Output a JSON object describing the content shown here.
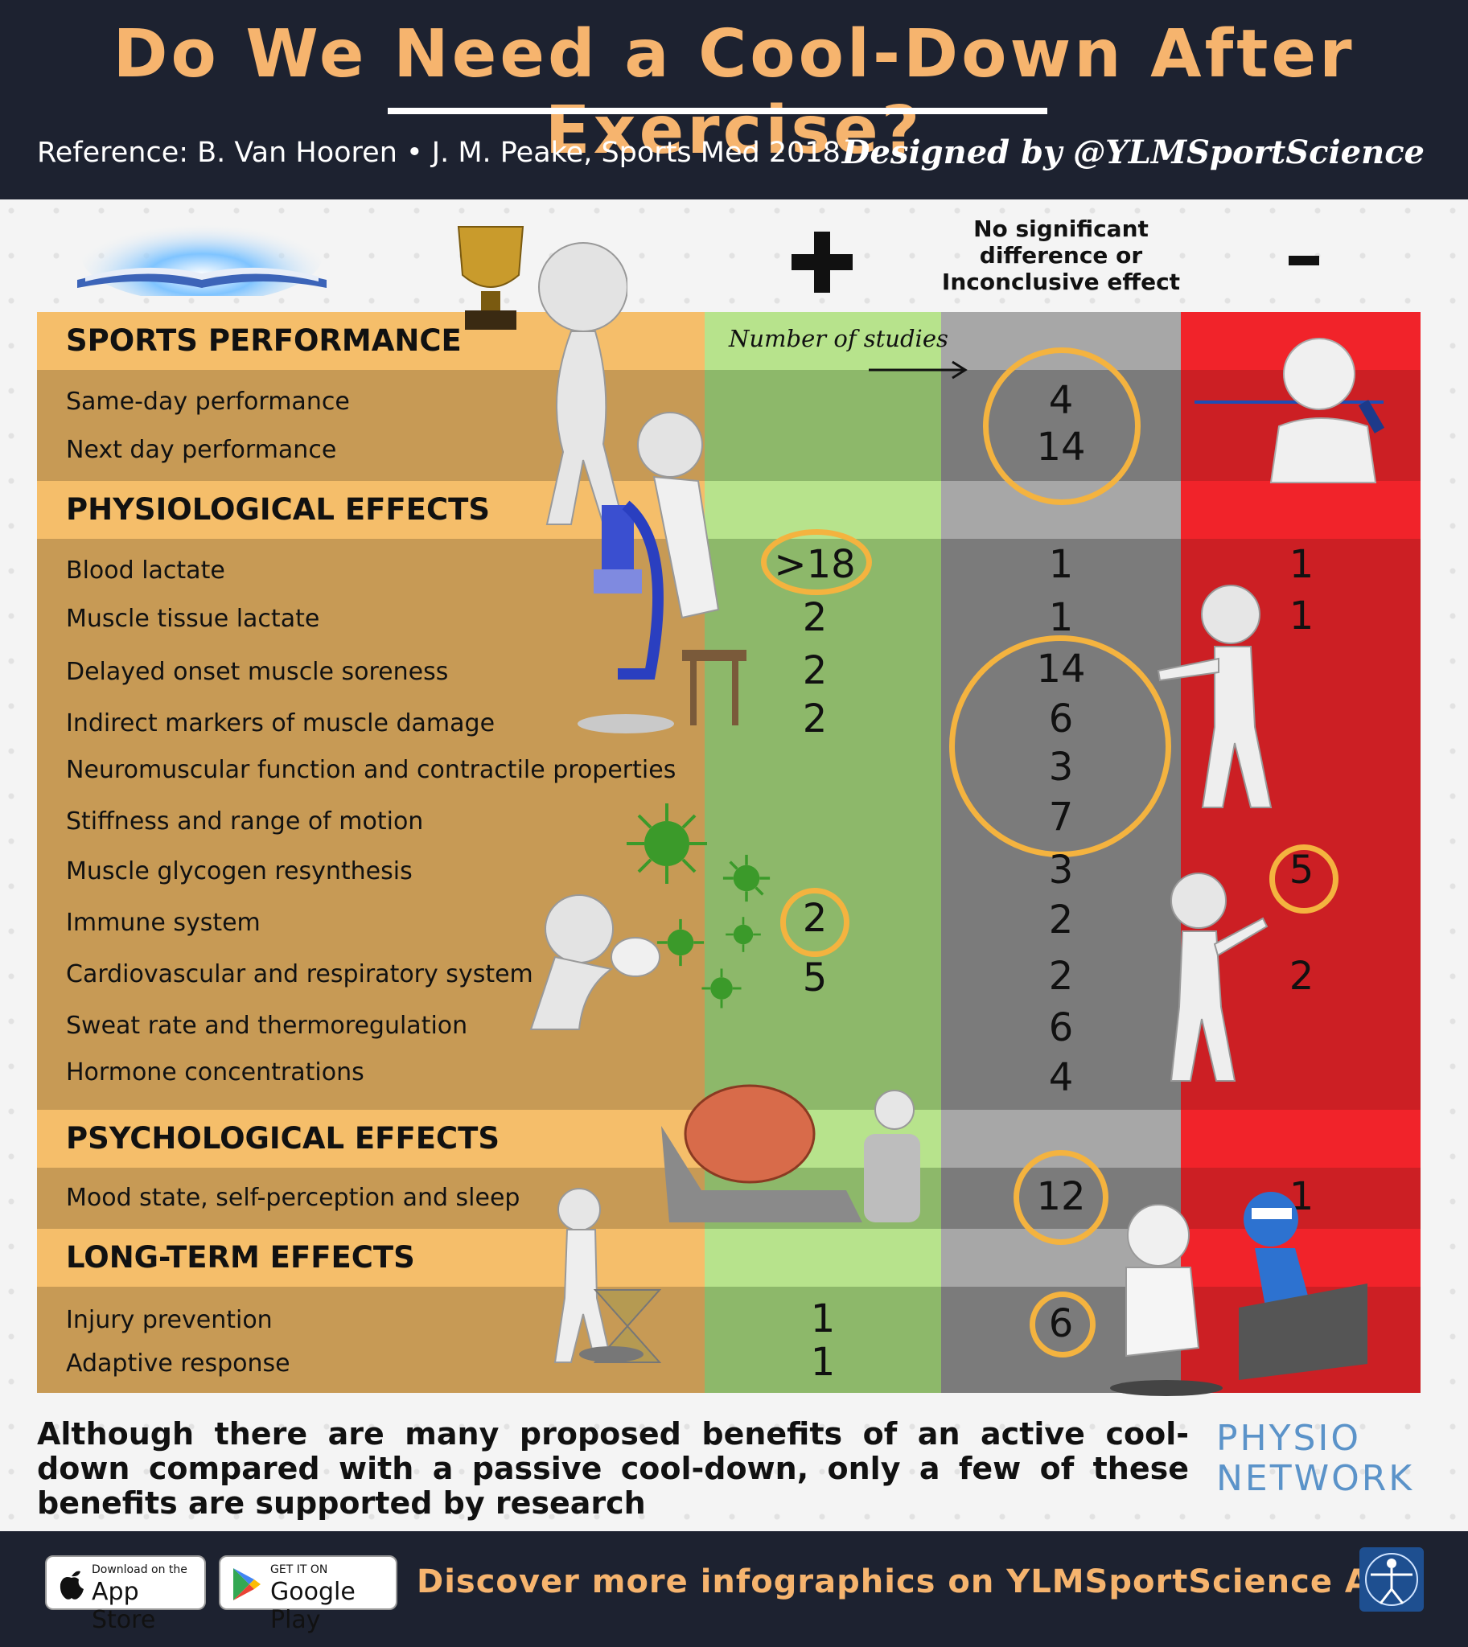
{
  "header": {
    "title": "Do We Need a Cool-Down After Exercise?",
    "reference": "Reference: B. Van Hooren • J. M. Peake, Sports Med 2018",
    "designed_by": "Designed by @YLMSportScience"
  },
  "legend": {
    "no_significant": "No significant difference or Inconclusive effect",
    "number_of_studies": "Number of studies"
  },
  "sections": [
    {
      "title": "SPORTS PERFORMANCE"
    },
    {
      "title": "PHYSIOLOGICAL EFFECTS"
    },
    {
      "title": "PSYCHOLOGICAL EFFECTS"
    },
    {
      "title": "LONG-TERM EFFECTS"
    }
  ],
  "rows": [
    {
      "label": "Same-day performance",
      "positive": "",
      "neutral": "4",
      "negative": ""
    },
    {
      "label": "Next day performance",
      "positive": "",
      "neutral": "14",
      "negative": ""
    },
    {
      "label": "Blood lactate",
      "positive": ">18",
      "neutral": "1",
      "negative": "1"
    },
    {
      "label": "Muscle tissue lactate",
      "positive": "2",
      "neutral": "1",
      "negative": "1"
    },
    {
      "label": "Delayed onset muscle soreness",
      "positive": "2",
      "neutral": "14",
      "negative": ""
    },
    {
      "label": "Indirect markers of muscle damage",
      "positive": "2",
      "neutral": "6",
      "negative": ""
    },
    {
      "label": "Neuromuscular function and contractile properties",
      "positive": "",
      "neutral": "3",
      "negative": ""
    },
    {
      "label": "Stiffness and range of motion",
      "positive": "",
      "neutral": "7",
      "negative": ""
    },
    {
      "label": "Muscle glycogen resynthesis",
      "positive": "",
      "neutral": "3",
      "negative": "5"
    },
    {
      "label": "Immune system",
      "positive": "2",
      "neutral": "2",
      "negative": ""
    },
    {
      "label": "Cardiovascular and respiratory system",
      "positive": "5",
      "neutral": "2",
      "negative": "2"
    },
    {
      "label": "Sweat rate and thermoregulation",
      "positive": "",
      "neutral": "6",
      "negative": ""
    },
    {
      "label": "Hormone concentrations",
      "positive": "",
      "neutral": "4",
      "negative": ""
    },
    {
      "label": "Mood state, self-perception and sleep",
      "positive": "",
      "neutral": "12",
      "negative": "1"
    },
    {
      "label": "Injury prevention",
      "positive": "1",
      "neutral": "6",
      "negative": ""
    },
    {
      "label": "Adaptive response",
      "positive": "1",
      "neutral": "",
      "negative": ""
    }
  ],
  "summary": "Although there are many proposed benefits of an active cool-down compared with a passive cool-down, only a few of these benefits are supported by research",
  "physio_logo": {
    "line1": "PHYSIO",
    "line2": "NETWORK"
  },
  "footer": {
    "app_store_small": "Download on the",
    "app_store_big": "App Store",
    "google_play_small": "GET IT ON",
    "google_play_big": "Google Play",
    "discover": "Discover more infographics on YLMSportScience App"
  },
  "colors": {
    "title": "#f6b46e",
    "header_bg": "#1d2230",
    "positive": "#8db86a",
    "neutral": "#7b7b7b",
    "negative": "#cc1f24",
    "labels": "#c79a55",
    "highlight_ring": "#f4b33f"
  }
}
